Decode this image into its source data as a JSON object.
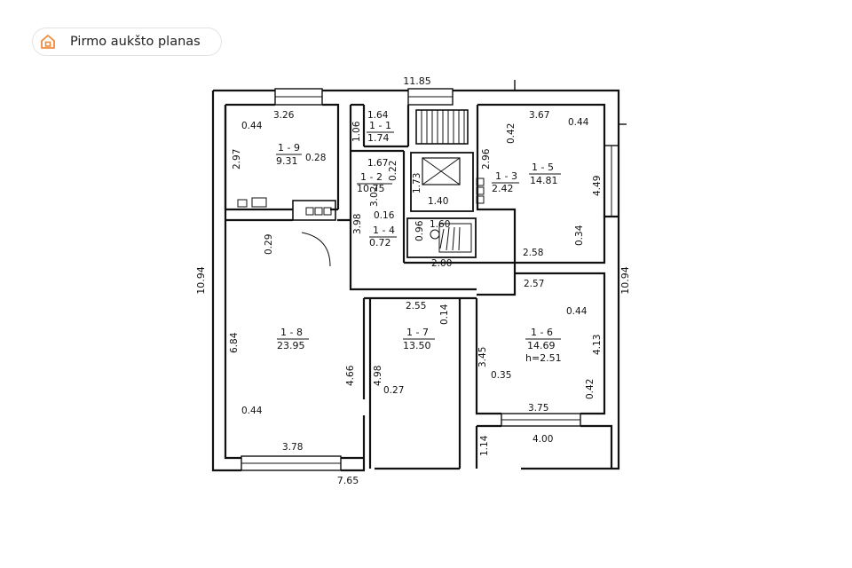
{
  "header": {
    "title": "Pirmo aukšto planas",
    "icon": "home-icon",
    "accent_color": "#f28a3c"
  },
  "plan": {
    "overall_dims": {
      "top": "11.85",
      "bottom": "7.65",
      "left": "10.94",
      "right": "10.94"
    },
    "rooms": [
      {
        "id": "room-1-1",
        "code": "1 - 1",
        "area": "1.74"
      },
      {
        "id": "room-1-2",
        "code": "1 - 2",
        "area": "10.75"
      },
      {
        "id": "room-1-3",
        "code": "1 - 3",
        "area": "2.42"
      },
      {
        "id": "room-1-4",
        "code": "1 - 4",
        "area": "0.72"
      },
      {
        "id": "room-1-5",
        "code": "1 - 5",
        "area": "14.81"
      },
      {
        "id": "room-1-6",
        "code": "1 - 6",
        "area": "14.69",
        "height": "h=2.51"
      },
      {
        "id": "room-1-7",
        "code": "1 - 7",
        "area": "13.50"
      },
      {
        "id": "room-1-8",
        "code": "1 - 8",
        "area": "23.95"
      },
      {
        "id": "room-1-9",
        "code": "1 - 9",
        "area": "9.31"
      }
    ],
    "dimensions": [
      "3.26",
      "0.44",
      "2.97",
      "0.28",
      "1.64",
      "1.06",
      "1.67",
      "0.22",
      "3.02",
      "1.73",
      "1.40",
      "2.96",
      "3.67",
      "0.42",
      "0.44",
      "4.49",
      "0.34",
      "2.58",
      "3.98",
      "0.16",
      "1.60",
      "0.96",
      "2.00",
      "0.29",
      "6.84",
      "4.66",
      "0.44",
      "3.78",
      "2.55",
      "0.14",
      "4.98",
      "0.27",
      "2.57",
      "0.44",
      "4.13",
      "3.45",
      "0.35",
      "0.42",
      "3.75",
      "4.00",
      "1.14"
    ]
  }
}
